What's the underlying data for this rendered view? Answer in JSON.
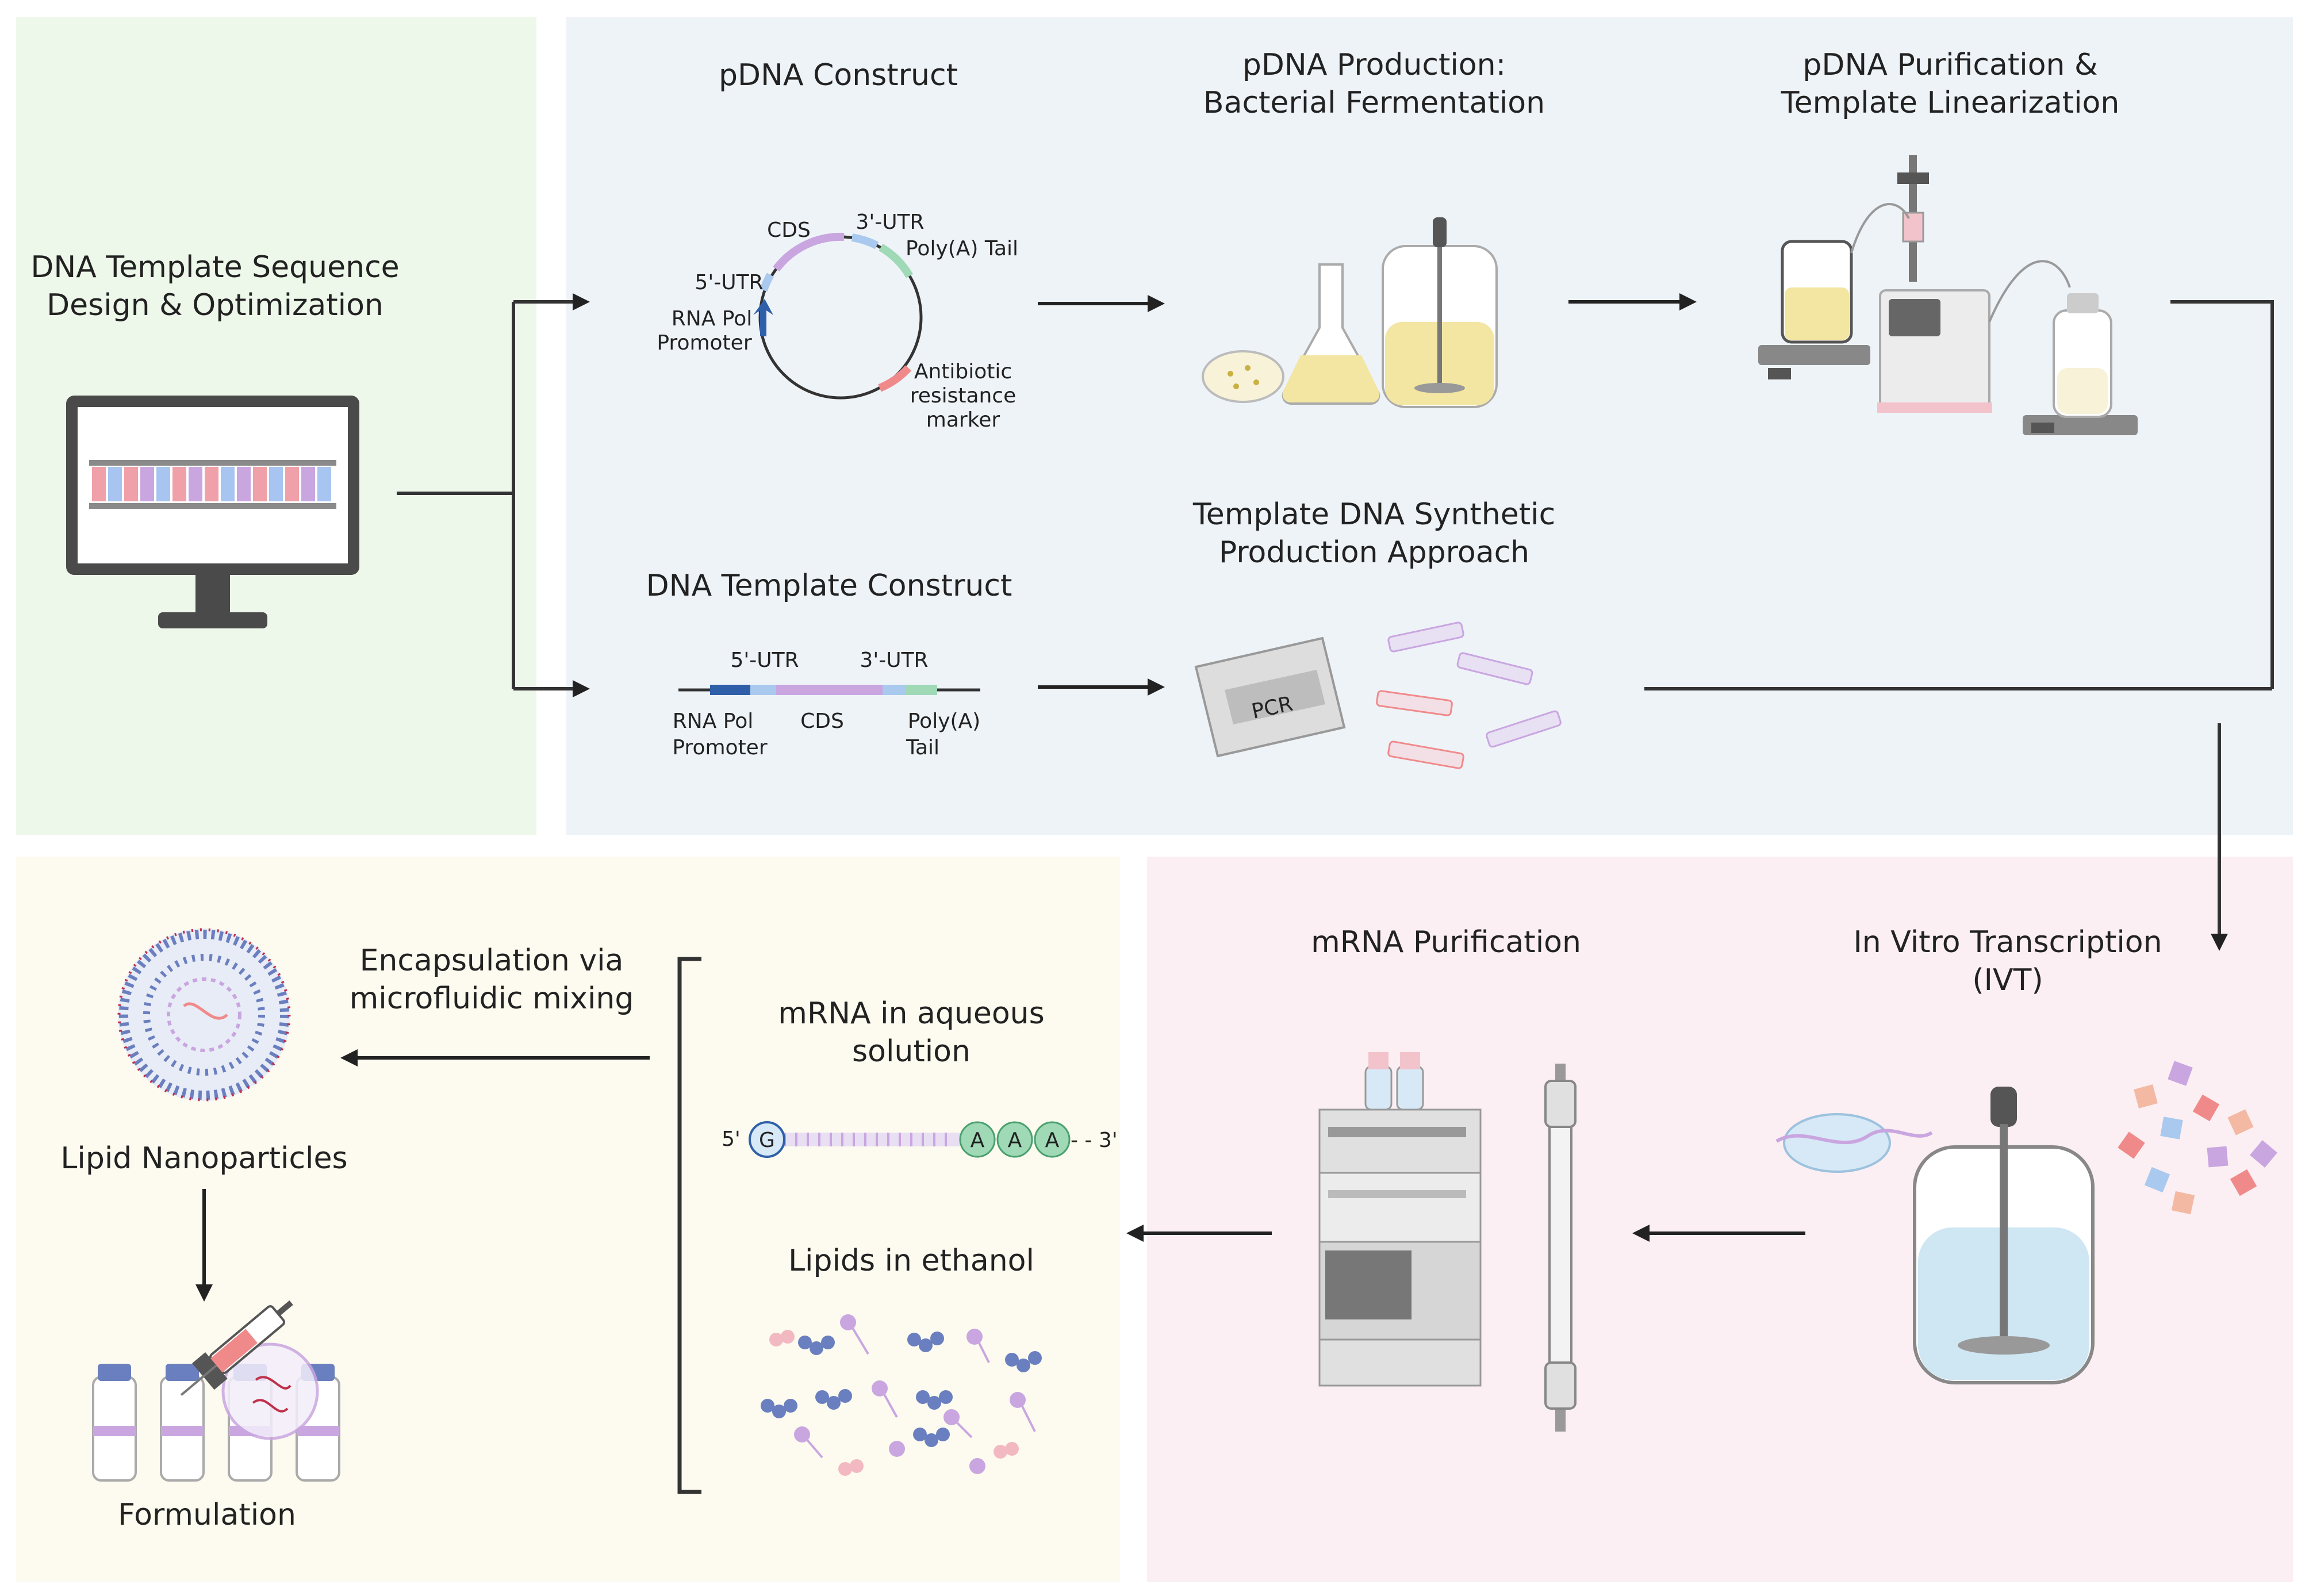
{
  "left_panel": {
    "title_line1": "DNA Template Sequence",
    "title_line2": "Design & Optimization"
  },
  "top": {
    "pdna_construct": {
      "title": "pDNA Construct",
      "labels": {
        "cds": "CDS",
        "utr3": "3'-UTR",
        "polya": "Poly(A) Tail",
        "utr5": "5'-UTR",
        "promoter_line1": "RNA Pol",
        "promoter_line2": "Promoter",
        "antibiotic_line1": "Antibiotic",
        "antibiotic_line2": "resistance",
        "antibiotic_line3": "marker"
      }
    },
    "pdna_production": {
      "title_line1": "pDNA Production:",
      "title_line2": "Bacterial Fermentation"
    },
    "pdna_purification": {
      "title_line1": "pDNA Purification &",
      "title_line2": "Template Linearization"
    },
    "dna_template_construct": {
      "title": "DNA Template Construct",
      "labels": {
        "utr5": "5'-UTR",
        "utr3": "3'-UTR",
        "promoter_line1": "RNA Pol",
        "promoter_line2": "Promoter",
        "cds": "CDS",
        "polya_line1": "Poly(A)",
        "polya_line2": "Tail"
      }
    },
    "synthetic": {
      "title_line1": "Template DNA Synthetic",
      "title_line2": "Production Approach",
      "pcr_label": "PCR"
    }
  },
  "bottom": {
    "ivt": {
      "title_line1": "In Vitro Transcription",
      "title_line2": "(IVT)"
    },
    "mrna_purification": {
      "title": "mRNA Purification"
    },
    "mrna_aqueous": {
      "title_line1": "mRNA in aqueous",
      "title_line2": "solution",
      "five_prime": "5'",
      "cap": "G",
      "a1": "A",
      "a2": "A",
      "a3": "A",
      "tail_end": "- - 3'"
    },
    "lipids": {
      "title": "Lipids in ethanol"
    },
    "encapsulation": {
      "title_line1": "Encapsulation via",
      "title_line2": "microfluidic mixing"
    },
    "lnp": {
      "title": "Lipid Nanoparticles"
    },
    "formulation": {
      "title": "Formulation"
    }
  },
  "colors": {
    "green_panel": "#eef8ea",
    "blue_panel": "#eef3f8",
    "pink_panel": "#fbeff3",
    "cream_panel": "#fdfbef",
    "cds": "#c9a6e0",
    "utr": "#a9c9ee",
    "polya": "#9fd9b6",
    "promoter": "#2f5fa8",
    "antibiotic": "#f08a8a",
    "liquid_yellow": "#f3e6a3",
    "liquid_blue": "#cfe6f3"
  }
}
